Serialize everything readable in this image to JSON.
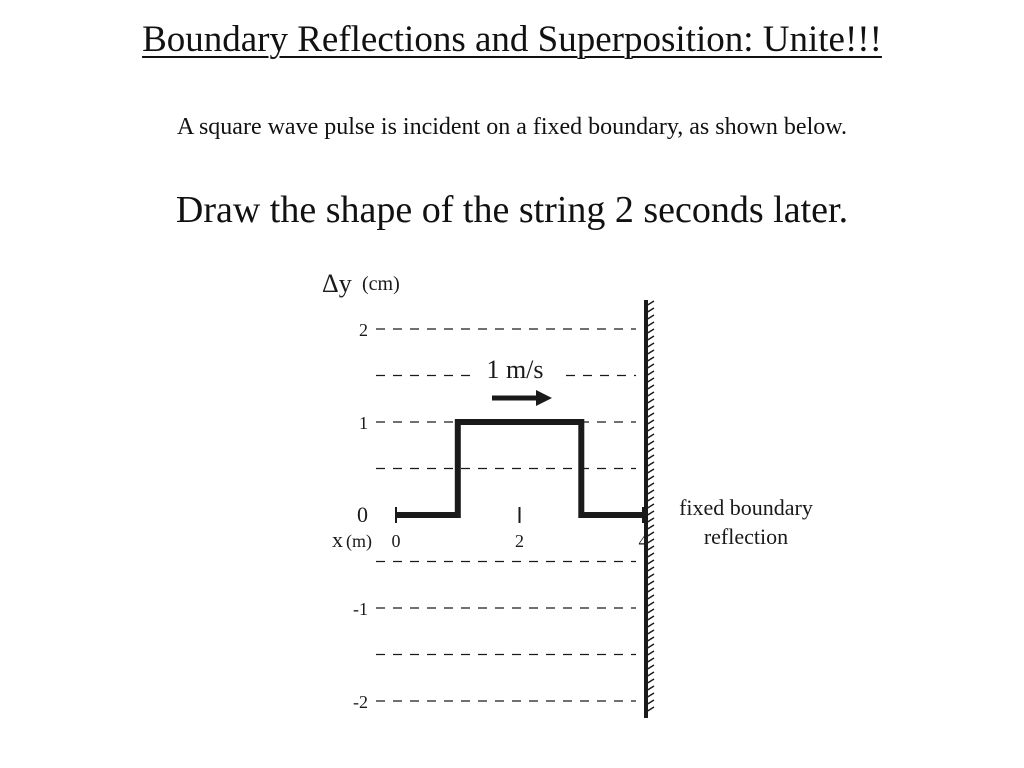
{
  "title": "Boundary Reflections and Superposition: Unite!!!",
  "intro_text": "A square wave pulse is incident on a fixed boundary, as shown below.",
  "prompt_text": "Draw the shape of the string 2 seconds later.",
  "diagram": {
    "y_axis_symbol": "Δy",
    "y_axis_unit": "(cm)",
    "x_axis_symbol": "x",
    "x_axis_unit": "(m)",
    "y_ticks": [
      "2",
      "1",
      "0",
      "-1",
      "-2"
    ],
    "x_ticks": [
      "0",
      "2",
      "4"
    ],
    "velocity_label": "1 m/s",
    "boundary_label_line1": "fixed boundary",
    "boundary_label_line2": "reflection",
    "pulse_profile": [
      [
        0,
        0
      ],
      [
        1,
        0
      ],
      [
        1,
        1
      ],
      [
        3,
        1
      ],
      [
        3,
        0
      ],
      [
        4,
        0
      ]
    ],
    "x_range": [
      0,
      4
    ],
    "y_range": [
      -2,
      2
    ],
    "colors": {
      "ink": "#1a1a1a",
      "background": "#ffffff"
    }
  }
}
